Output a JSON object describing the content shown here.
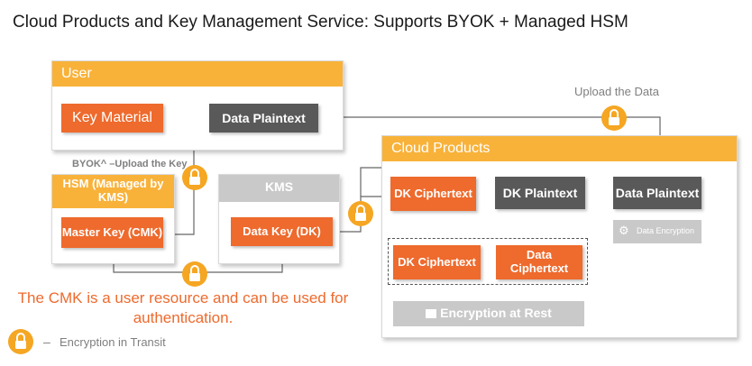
{
  "title": "Cloud Products and Key Management Service: Supports BYOK + Managed HSM",
  "user": {
    "header": "User",
    "key_material": "Key Material",
    "data_plaintext": "Data Plaintext"
  },
  "upload_data_label": "Upload the Data",
  "byok_label": "BYOK^ –Upload the Key",
  "hsm": {
    "header": "HSM (Managed by KMS)",
    "master_key": "Master Key (CMK)"
  },
  "kms": {
    "header": "KMS",
    "data_key": "Data Key (DK)"
  },
  "cloud": {
    "header": "Cloud Products",
    "dk_ciphertext": "DK Ciphertext",
    "dk_plaintext": "DK Plaintext",
    "data_plaintext": "Data Plaintext",
    "data_encryption": "Data Encryption",
    "stored_dk_ciphertext": "DK Ciphertext",
    "stored_data_ciphertext": "Data Ciphertext",
    "encryption_at_rest": "Encryption at Rest"
  },
  "note": "The CMK is a user resource and can be used for authentication.",
  "legend": {
    "dash": "–",
    "label": "Encryption in Transit"
  },
  "colors": {
    "accent_orange": "#ee6a2d",
    "header_yellow": "#f8b23a",
    "dark_gray": "#595959",
    "light_gray": "#c9c9c9",
    "lock": "#f5a623"
  }
}
